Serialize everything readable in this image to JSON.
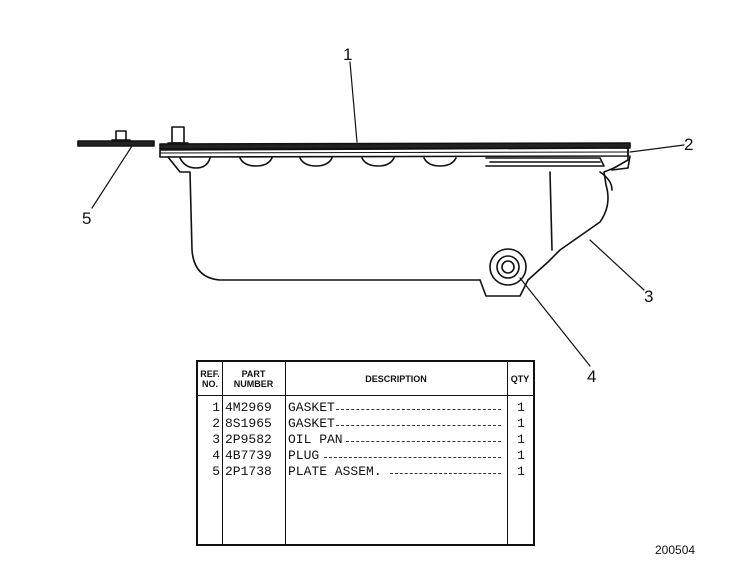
{
  "callouts": [
    "1",
    "2",
    "3",
    "4",
    "5"
  ],
  "table": {
    "headers": {
      "ref_line1": "REF.",
      "ref_line2": "NO.",
      "part_line1": "PART",
      "part_line2": "NUMBER",
      "description": "DESCRIPTION",
      "qty": "QTY"
    },
    "rows": [
      {
        "ref": "1",
        "part": "4M2969",
        "desc": "GASKET",
        "qty": "1"
      },
      {
        "ref": "2",
        "part": "8S1965",
        "desc": "GASKET",
        "qty": "1"
      },
      {
        "ref": "3",
        "part": "2P9582",
        "desc": "OIL PAN",
        "qty": "1"
      },
      {
        "ref": "4",
        "part": "4B7739",
        "desc": "PLUG",
        "qty": "1"
      },
      {
        "ref": "5",
        "part": "2P1738",
        "desc": "PLATE ASSEM.",
        "qty": "1"
      }
    ]
  },
  "drawing_number": "200504"
}
